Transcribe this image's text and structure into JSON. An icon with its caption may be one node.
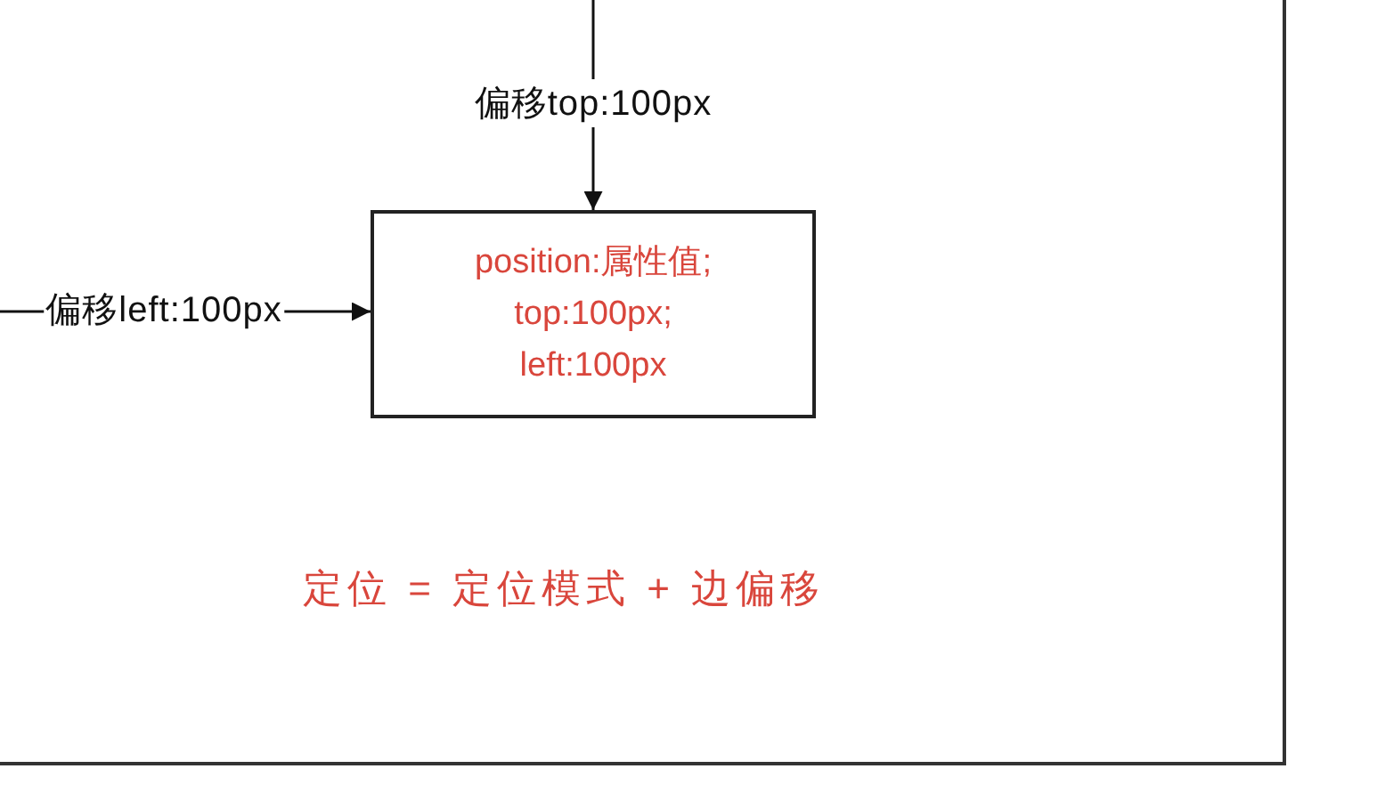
{
  "diagram": {
    "nodes": [
      {
        "text": [],
        "shape": "box"
      },
      {
        "text": [
          "position:属性值; top:100px; left:100px"
        ],
        "in": 0
      }
    ],
    "edges": [
      {
        "from": null,
        "to": 1,
        "arrow": "to",
        "label": "偏移top:100px"
      },
      {
        "from": null,
        "to": 1,
        "arrow": "to",
        "label": "偏移left:100px"
      }
    ],
    "labels": [
      "定位 = 定位模式 + 边偏移"
    ]
  }
}
